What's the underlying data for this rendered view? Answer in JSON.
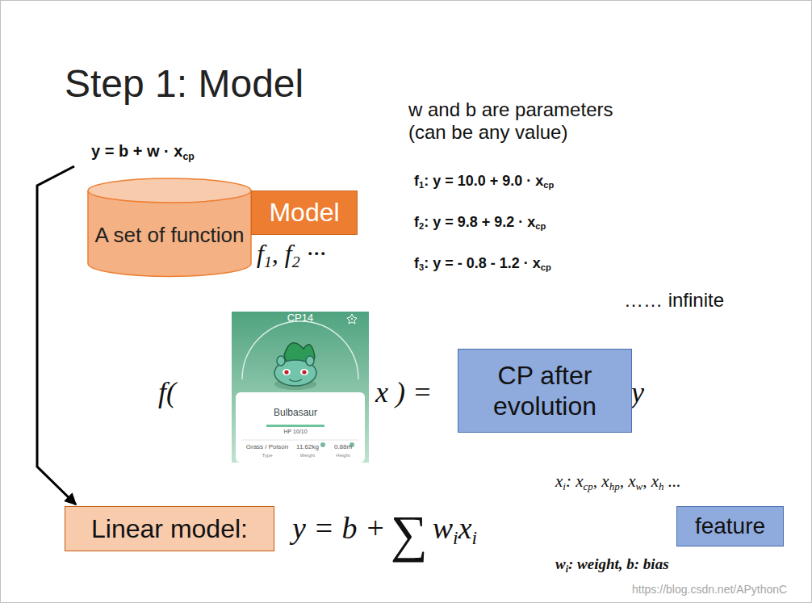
{
  "diagram": {
    "title": "Step 1: Model",
    "nodes": [
      {
        "text": [
          "A set of function"
        ]
      },
      {
        "text": [
          "Model"
        ]
      },
      {
        "text": [
          "CP after evolution"
        ]
      },
      {
        "text": [
          "Linear model:"
        ]
      },
      {
        "text": [
          "feature"
        ]
      }
    ],
    "labels": [
      "y = b + w · x",
      "cp",
      "w and b are parameters (can be any value)",
      "f",
      "1",
      ": y = 10.0 + 9.0 · x",
      "cp",
      "f",
      "2",
      ": y = 9.8 + 9.2 · x",
      "cp",
      "f",
      "3",
      ": y = - 0.8 - 1.2 · x",
      "cp",
      "…… infinite",
      "f(",
      "x ) =",
      "y",
      "y = b +",
      "∑",
      "w",
      "i",
      "x",
      "i",
      "x",
      "i",
      ": x",
      "cp",
      ", x",
      "hp",
      ", x",
      "w",
      ", x",
      "h",
      " ...",
      "w",
      "i",
      ": weight, b: bias",
      "https://blog.csdn.net/APythonC",
      "f",
      "1",
      ", ",
      "f",
      "2",
      " ···",
      "CP",
      "14",
      "Bulbasaur",
      "HP 10/10",
      "Grass / Poison",
      "11.62",
      "kg",
      "0.88",
      "m",
      "Type",
      "Weight",
      "Height"
    ]
  }
}
